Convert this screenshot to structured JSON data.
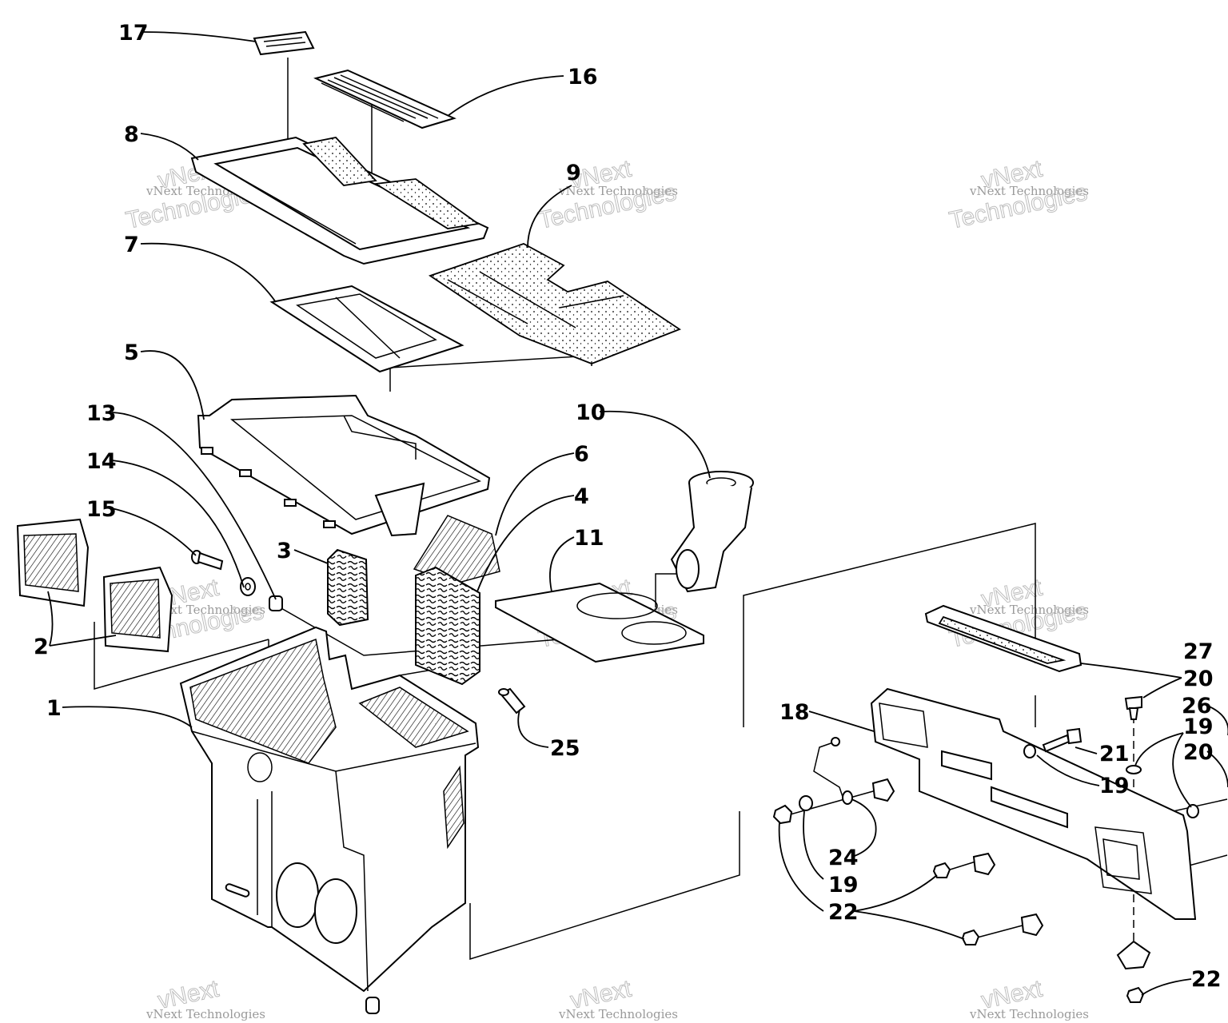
{
  "callouts": {
    "c1": "1",
    "c2": "2",
    "c3": "3",
    "c4": "4",
    "c5": "5",
    "c6": "6",
    "c7": "7",
    "c8": "8",
    "c9": "9",
    "c10": "10",
    "c11": "11",
    "c13": "13",
    "c14": "14",
    "c15": "15",
    "c16": "16",
    "c17": "17",
    "c18": "18",
    "c19a": "19",
    "c19b": "19",
    "c19c": "19",
    "c20a": "20",
    "c20b": "20",
    "c21": "21",
    "c22a": "22",
    "c22b": "22",
    "c24": "24",
    "c25": "25",
    "c26": "26",
    "c27": "27"
  },
  "watermark": {
    "brand": "vNext",
    "company": "vNext Technologies",
    "outline": "Technologies"
  }
}
